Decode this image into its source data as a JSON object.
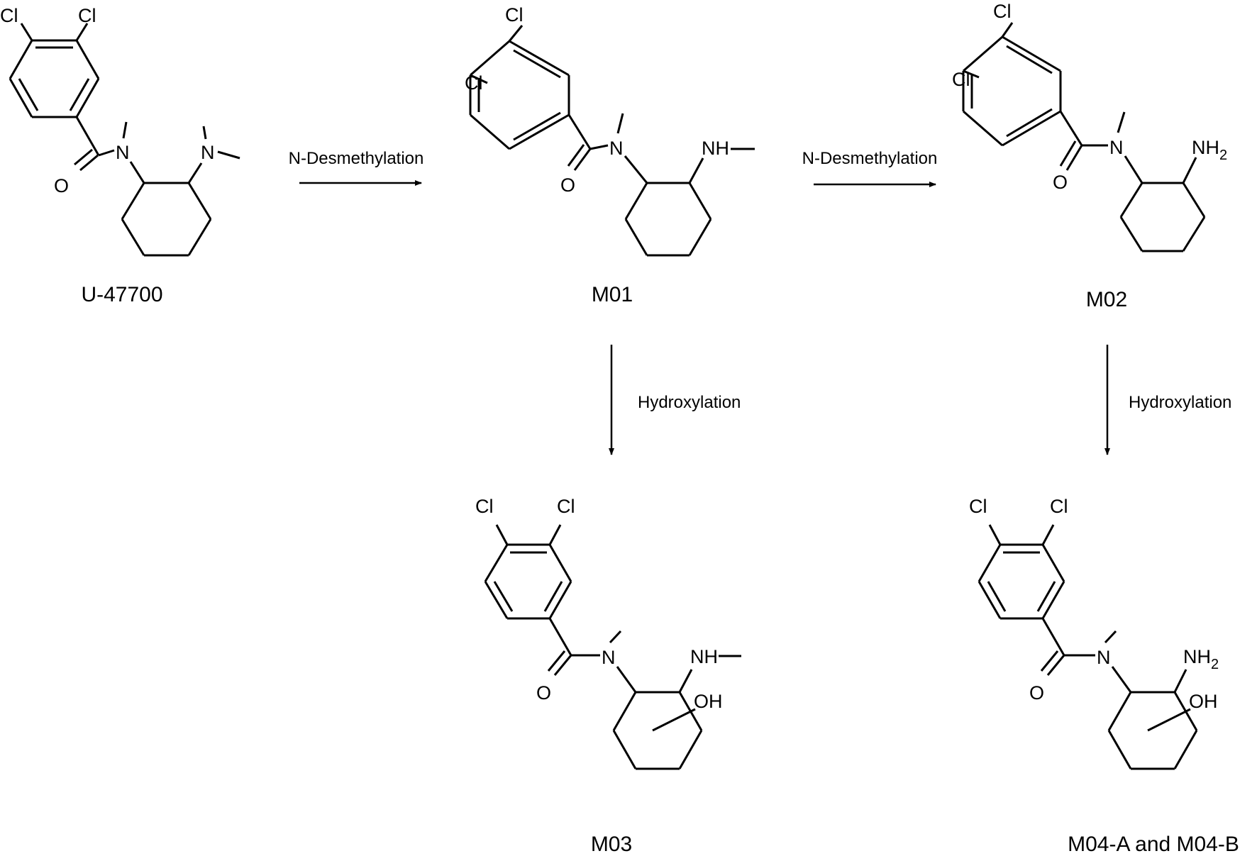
{
  "atoms": {
    "cl": "Cl",
    "n": "N",
    "o": "O",
    "nh": "NH",
    "h": "H",
    "sub2": "2",
    "oh": "OH"
  },
  "compounds": [
    {
      "id": "u47700",
      "name": "U-47700"
    },
    {
      "id": "m01",
      "name": "M01"
    },
    {
      "id": "m02",
      "name": "M02"
    },
    {
      "id": "m03",
      "name": "M03"
    },
    {
      "id": "m04",
      "name": "M04-A and M04-B"
    }
  ],
  "reactions": [
    {
      "id": "r1",
      "label": "N-Desmethylation"
    },
    {
      "id": "r2",
      "label": "N-Desmethylation"
    },
    {
      "id": "r3",
      "label": "Hydroxylation"
    },
    {
      "id": "r4",
      "label": "Hydroxylation"
    }
  ]
}
